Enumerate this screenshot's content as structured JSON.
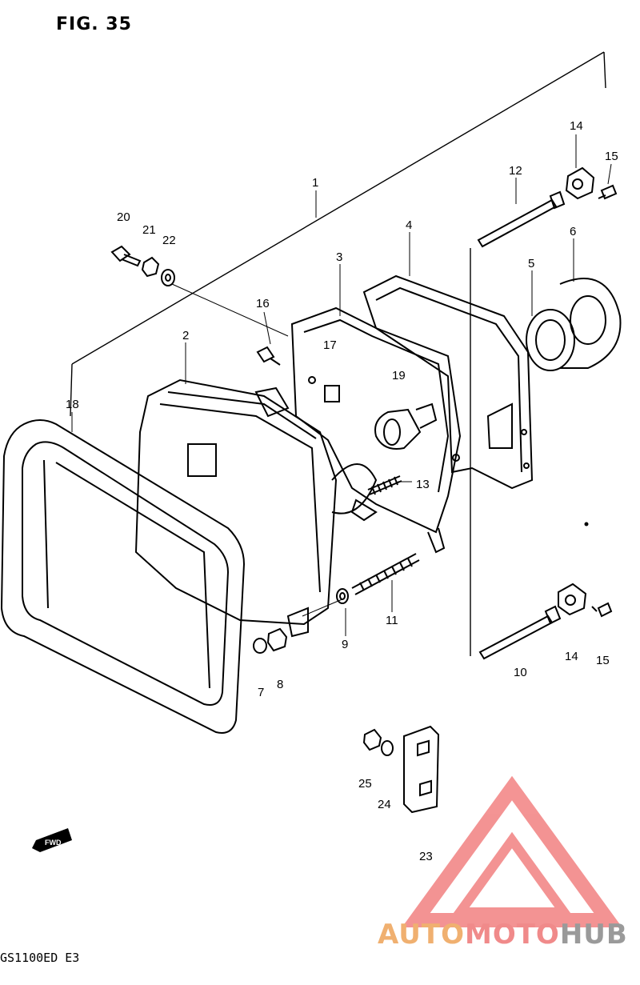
{
  "figure": {
    "title": "FIG. 35"
  },
  "footer": {
    "model": "GS1100ED  E3"
  },
  "watermark": {
    "part_a": "AUTO",
    "part_b": "MOTO",
    "part_c": "HUB"
  },
  "callouts": {
    "c1": "1",
    "c2": "2",
    "c3": "3",
    "c4": "4",
    "c5": "5",
    "c6": "6",
    "c7": "7",
    "c8": "8",
    "c9": "9",
    "c10": "10",
    "c11": "11",
    "c12": "12",
    "c13": "13",
    "c14a": "14",
    "c14b": "14",
    "c15a": "15",
    "c15b": "15",
    "c16": "16",
    "c17": "17",
    "c18": "18",
    "c19": "19",
    "c20": "20",
    "c21": "21",
    "c22": "22",
    "c23": "23",
    "c24": "24",
    "c25": "25"
  },
  "fwd_label": "FWD",
  "colors": {
    "line": "#000000",
    "watermark_red": "#f07070",
    "watermark_orange": "#f0b070",
    "watermark_grey": "#9a9a9a"
  }
}
